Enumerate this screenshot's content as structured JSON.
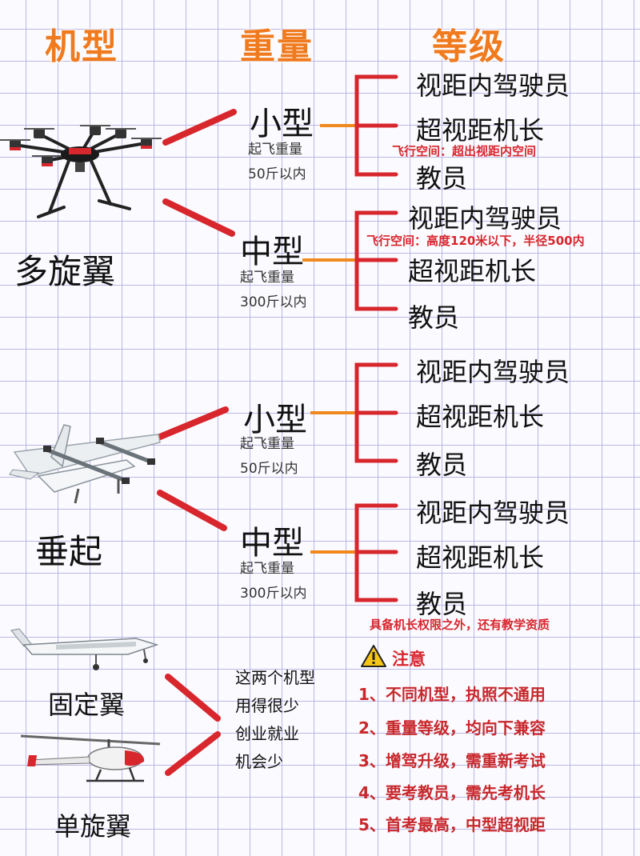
{
  "headers": {
    "model": "机型",
    "weight": "重量",
    "level": "等级"
  },
  "sections": [
    {
      "type_label": "多旋翼",
      "image_icon": "hexacopter-drone",
      "classes": [
        {
          "size": "小型",
          "weight_caption": "起飞重量",
          "weight_limit": "50斤以内",
          "levels": [
            "视距内驾驶员",
            "超视距机长",
            "教员"
          ],
          "note": "飞行空间：超出视距内空间"
        },
        {
          "size": "中型",
          "weight_caption": "起飞重量",
          "weight_limit": "300斤以内",
          "levels": [
            "视距内驾驶员",
            "超视距机长",
            "教员"
          ],
          "note": "飞行空间：高度120米以下，半径500内"
        }
      ]
    },
    {
      "type_label": "垂起",
      "image_icon": "vtol-fixed-wing-drone",
      "classes": [
        {
          "size": "小型",
          "weight_caption": "起飞重量",
          "weight_limit": "50斤以内",
          "levels": [
            "视距内驾驶员",
            "超视距机长",
            "教员"
          ]
        },
        {
          "size": "中型",
          "weight_caption": "起飞重量",
          "weight_limit": "300斤以内",
          "levels": [
            "视距内驾驶员",
            "超视距机长",
            "教员"
          ],
          "note": "具备机长权限之外，还有教学资质"
        }
      ]
    }
  ],
  "other_types": {
    "fixed_wing_label": "固定翼",
    "single_rotor_label": "单旋翼",
    "fixed_wing_icon": "fixed-wing-drone",
    "single_rotor_icon": "unmanned-helicopter",
    "description": [
      "这两个机型",
      "用得很少",
      "创业就业",
      "机会少"
    ]
  },
  "notice": {
    "title": "注意",
    "icon": "warning-triangle",
    "items": [
      "1、不同机型，执照不通用",
      "2、重量等级，均向下兼容",
      "3、增驾升级，需重新考试",
      "4、要考教员，需先考机长",
      "5、首考最高，中型超视距"
    ]
  },
  "colors": {
    "header_orange": "#f07a1e",
    "connector_red": "#d8262d",
    "orange_line": "#f08a1e",
    "grid": "#b9b6e6",
    "note_red": "#c8282c"
  }
}
